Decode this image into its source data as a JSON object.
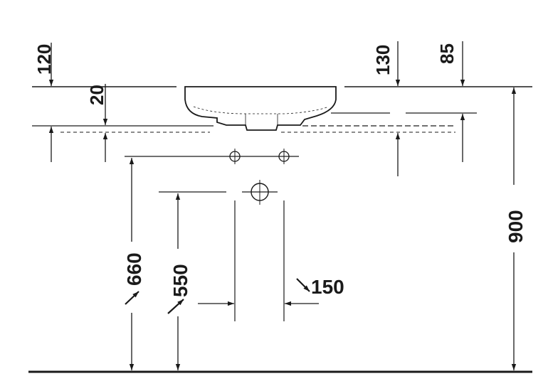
{
  "dimensions": {
    "d120": "120",
    "d20": "20",
    "d130": "130",
    "d85": "85",
    "d900": "900",
    "d660": "660",
    "d550": "550",
    "d150": "150"
  },
  "colors": {
    "line": "#1a1a1a",
    "background": "#ffffff"
  }
}
